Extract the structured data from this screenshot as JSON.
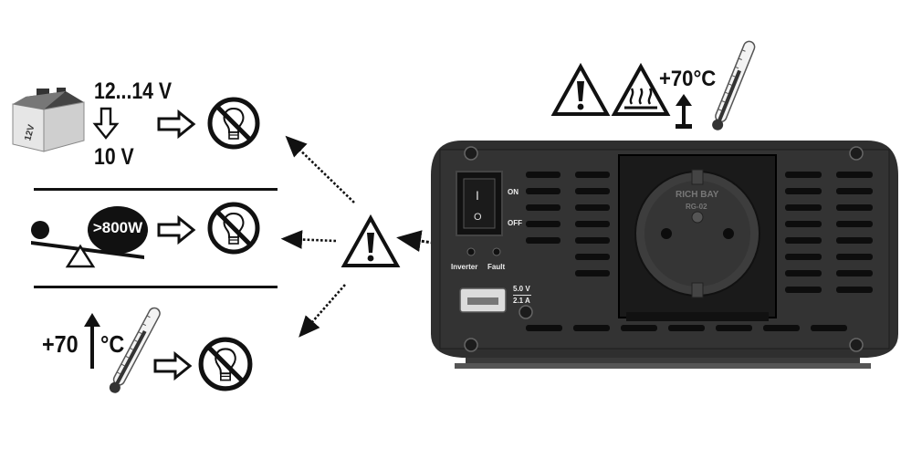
{
  "battery": {
    "label": "12V",
    "voltage_high": "12...14 V",
    "voltage_low": "10 V"
  },
  "overload": {
    "power_label": ">800W"
  },
  "overheat": {
    "temp_label": "+70",
    "unit_label": "°C"
  },
  "top_warning": {
    "temp_label": "+70°C"
  },
  "device": {
    "switch_on": "ON",
    "switch_off": "OFF",
    "switch_i": "I",
    "switch_o": "O",
    "led_inverter": "Inverter",
    "led_fault": "Fault",
    "usb_voltage": "5.0 V",
    "usb_current": "2.1 A",
    "socket_brand": "RICH BAY",
    "socket_model": "RG-02"
  },
  "icons": {
    "warning": "warning-triangle-icon",
    "hot_surface": "hot-surface-icon",
    "no_light": "no-lightbulb-icon",
    "thermometer": "thermometer-icon",
    "arrow": "hollow-arrow-right-icon"
  }
}
